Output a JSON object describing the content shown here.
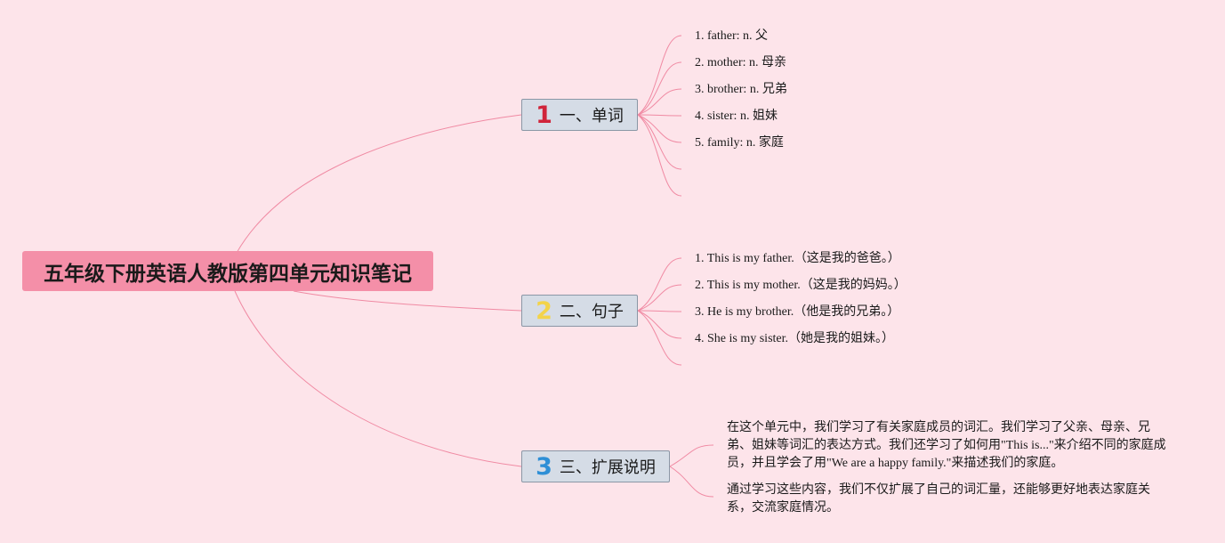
{
  "title": "五年级下册英语人教版第四单元知识笔记",
  "colors": {
    "background": "#fde4ea",
    "root": "#f48fa8",
    "branch_fill": "#d5dce6",
    "branch_border": "#8a97a6",
    "connector": "#f08aa3",
    "num1": "#d0243a",
    "num2": "#f3d34a",
    "num3": "#2e8fd6"
  },
  "branches": [
    {
      "num": "1",
      "label": "一、单词",
      "items": [
        "1. father: n. 父",
        "2. mother: n. 母亲",
        "3. brother: n. 兄弟",
        "4. sister: n. 姐妹",
        "5. family: n. 家庭"
      ]
    },
    {
      "num": "2",
      "label": "二、句子",
      "items": [
        "1. This is my father.（这是我的爸爸。）",
        "2. This is my mother.（这是我的妈妈。）",
        "3. He is my brother.（他是我的兄弟。）",
        "4. She is my sister.（她是我的姐妹。）"
      ]
    },
    {
      "num": "3",
      "label": "三、扩展说明",
      "items": [
        "在这个单元中，我们学习了有关家庭成员的词汇。我们学习了父亲、母亲、兄弟、姐妹等词汇的表达方式。我们还学习了如何用\"This is...\"来介绍不同的家庭成员，并且学会了用\"We are a happy family.\"来描述我们的家庭。",
        "通过学习这些内容，我们不仅扩展了自己的词汇量，还能够更好地表达家庭关系，交流家庭情况。"
      ]
    }
  ]
}
